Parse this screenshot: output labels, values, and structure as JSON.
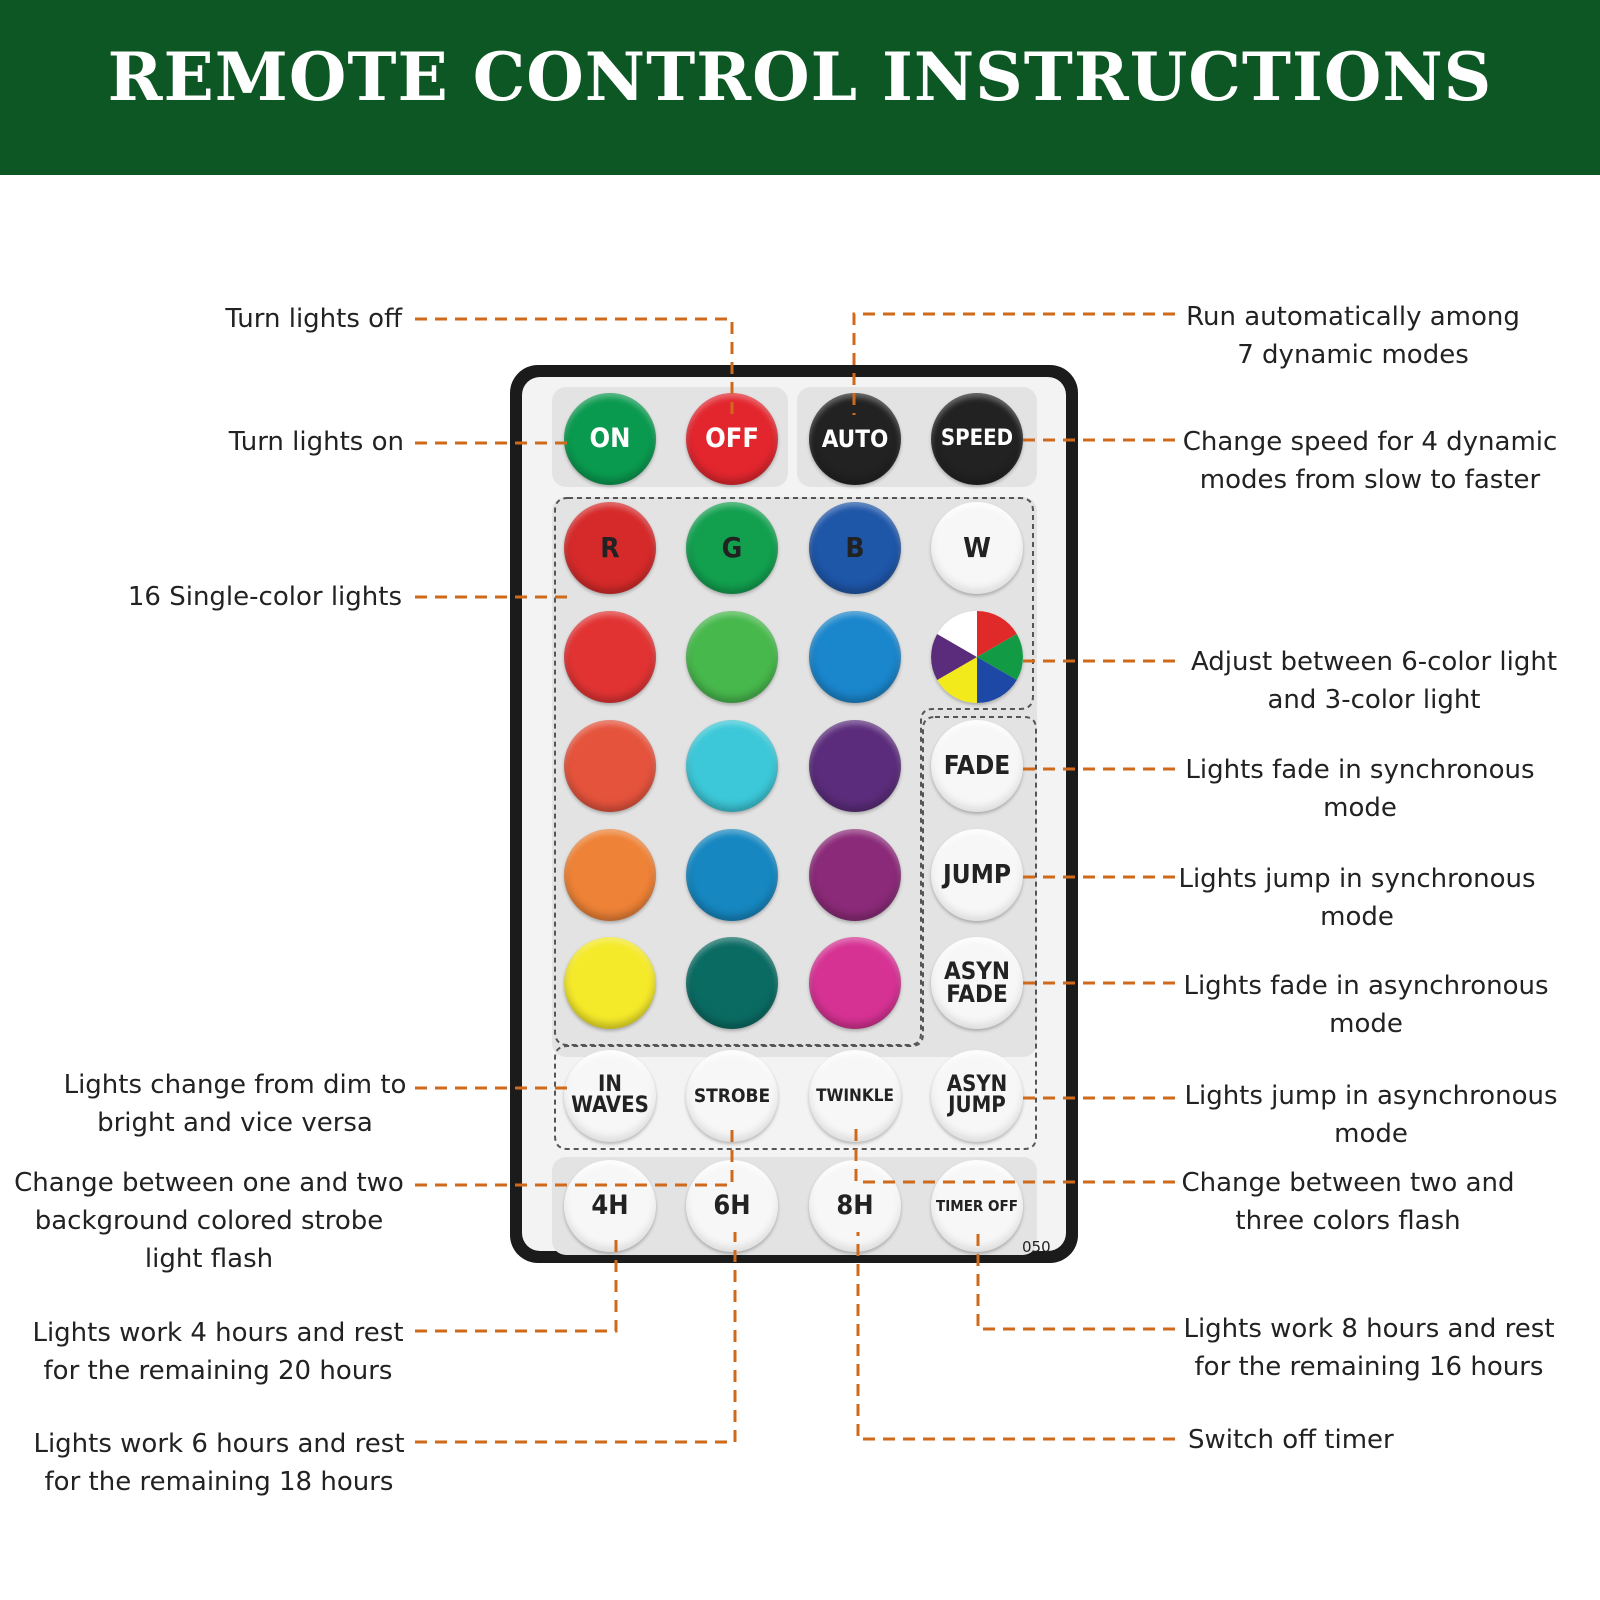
{
  "title": "REMOTE CONTROL INSTRUCTIONS",
  "colors": {
    "header_bg": "#0d5724",
    "leader_line": "#cf6a1c",
    "remote_body": "#1b1b1b"
  },
  "remote": {
    "top_row": [
      {
        "label": "ON",
        "color": "#0a9a4f"
      },
      {
        "label": "OFF",
        "color": "#e3262e"
      },
      {
        "label": "AUTO",
        "color": "#222222"
      },
      {
        "label": "SPEED",
        "color": "#222222"
      }
    ],
    "rgbw_row": [
      {
        "label": "R",
        "color": "#d62a2a"
      },
      {
        "label": "G",
        "color": "#12a04f"
      },
      {
        "label": "B",
        "color": "#1e56a8"
      },
      {
        "label": "W",
        "color": "#f7f7f7"
      }
    ],
    "color_rows": [
      [
        "#e23333",
        "#47b84c",
        "#1a86cc"
      ],
      [
        "#e5533c",
        "#3cc8d8",
        "#5b2c7b"
      ],
      [
        "#ee8236",
        "#1687c0",
        "#8b2a78"
      ],
      [
        "#f5ea2a",
        "#0a6b63",
        "#d63293"
      ]
    ],
    "color_wheel_icon": "six-color-wheel-icon",
    "mode_column": [
      "FADE",
      "JUMP",
      "ASYN\nFADE"
    ],
    "effects_row": [
      "IN\nWAVES",
      "STROBE",
      "TWINKLE",
      "ASYN\nJUMP"
    ],
    "timer_row": [
      "4H",
      "6H",
      "8H",
      "TIMER OFF"
    ],
    "model_code": "050"
  },
  "labels_left": {
    "off": "Turn lights off",
    "on": "Turn lights on",
    "single_color": "16 Single-color lights",
    "in_waves": "Lights change from dim to\nbright and vice versa",
    "strobe": "Change between one and two\nbackground colored strobe\nlight flash",
    "timer_4h": "Lights work 4 hours and rest\nfor the remaining 20 hours",
    "timer_6h": "Lights work 6 hours and rest\nfor the remaining 18 hours"
  },
  "labels_right": {
    "auto": "Run automatically among\n7 dynamic modes",
    "speed": "Change speed for 4 dynamic\nmodes from slow to faster",
    "color_wheel": "Adjust between 6-color light\nand 3-color light",
    "fade": "Lights fade in synchronous\nmode",
    "jump": "Lights jump in synchronous\nmode",
    "asyn_fade": "Lights fade in asynchronous\nmode",
    "asyn_jump": "Lights jump in asynchronous\nmode",
    "twinkle": "Change between two and\nthree colors flash",
    "timer_8h": "Lights work 8 hours and rest\nfor the remaining 16 hours",
    "timer_off": "Switch off timer"
  }
}
